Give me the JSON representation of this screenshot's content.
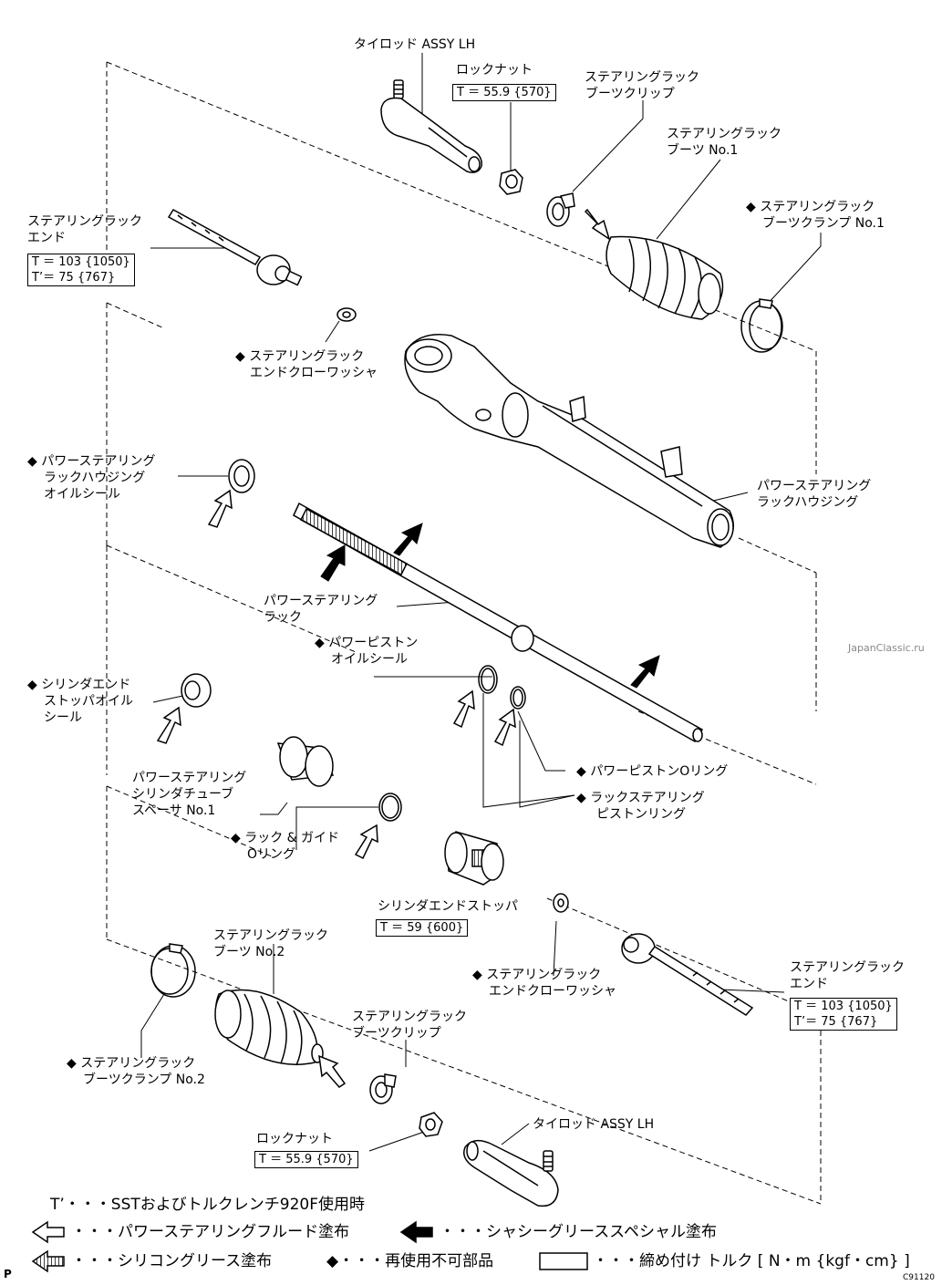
{
  "watermark": "JapanClassic.ru",
  "page_letter": "P",
  "figure_code": "C91120",
  "labels": {
    "tie_rod_top": "タイロッド ASSY LH",
    "locknut_top": "ロックナット",
    "locknut_top_torque": "T ＝ 55.9 {570}",
    "boot_clip_top_1": "ステアリングラック",
    "boot_clip_top_2": "ブーツクリップ",
    "boot1_1": "ステアリングラック",
    "boot1_2": "ブーツ No.1",
    "boot_clamp1_1": "◆ ステアリングラック",
    "boot_clamp1_2": "ブーツクランプ No.1",
    "rack_end_top_1": "ステアリングラック",
    "rack_end_top_2": "エンド",
    "rack_end_top_t1": "T ＝ 103 {1050}",
    "rack_end_top_t2": "T’＝ 75 {767}",
    "claw_washer_top_1": "◆ ステアリングラック",
    "claw_washer_top_2": "エンドクローワッシャ",
    "housing_seal_1": "◆ パワーステアリング",
    "housing_seal_2": "ラックハウジング",
    "housing_seal_3": "オイルシール",
    "housing_1": "パワーステアリング",
    "housing_2": "ラックハウジング",
    "rack_1": "パワーステアリング",
    "rack_2": "ラック",
    "piston_seal_1": "◆ パワーピストン",
    "piston_seal_2": "オイルシール",
    "cyl_stopper_seal_1": "◆ シリンダエンド",
    "cyl_stopper_seal_2": "ストッパオイル",
    "cyl_stopper_seal_3": "シール",
    "piston_oring": "◆ パワーピストンOリング",
    "piston_ring_1": "◆ ラックステアリング",
    "piston_ring_2": "ピストンリング",
    "spacer_1": "パワーステアリング",
    "spacer_2": "シリンダチューブ",
    "spacer_3": "スペーサ No.1",
    "guide_oring_1": "◆ ラック & ガイド",
    "guide_oring_2": "Oリング",
    "cyl_stopper": "シリンダエンドストッパ",
    "cyl_stopper_torque": "T ＝ 59 {600}",
    "boot2_1": "ステアリングラック",
    "boot2_2": "ブーツ No.2",
    "claw_washer_bot_1": "◆ ステアリングラック",
    "claw_washer_bot_2": "エンドクローワッシャ",
    "rack_end_bot_1": "ステアリングラック",
    "rack_end_bot_2": "エンド",
    "rack_end_bot_t1": "T ＝ 103 {1050}",
    "rack_end_bot_t2": "T’＝ 75 {767}",
    "boot_clip_bot_1": "ステアリングラック",
    "boot_clip_bot_2": "ブーツクリップ",
    "boot_clamp2_1": "◆ ステアリングラック",
    "boot_clamp2_2": "ブーツクランプ No.2",
    "locknut_bot": "ロックナット",
    "locknut_bot_torque": "T ＝ 55.9 {570}",
    "tie_rod_bot": "タイロッド ASSY LH"
  },
  "legend": {
    "sst_note": "T’・・・SSTおよびトルクレンチ920F使用時",
    "fluid": "・・・パワーステアリングフルード塗布",
    "chassis_grease": "・・・シャシーグリーススペシャル塗布",
    "silicone_grease": "・・・シリコングリース塗布",
    "non_reusable": "◆・・・再使用不可部品",
    "torque": "・・・締め付け トルク [ N・m {kgf・cm} ]"
  }
}
